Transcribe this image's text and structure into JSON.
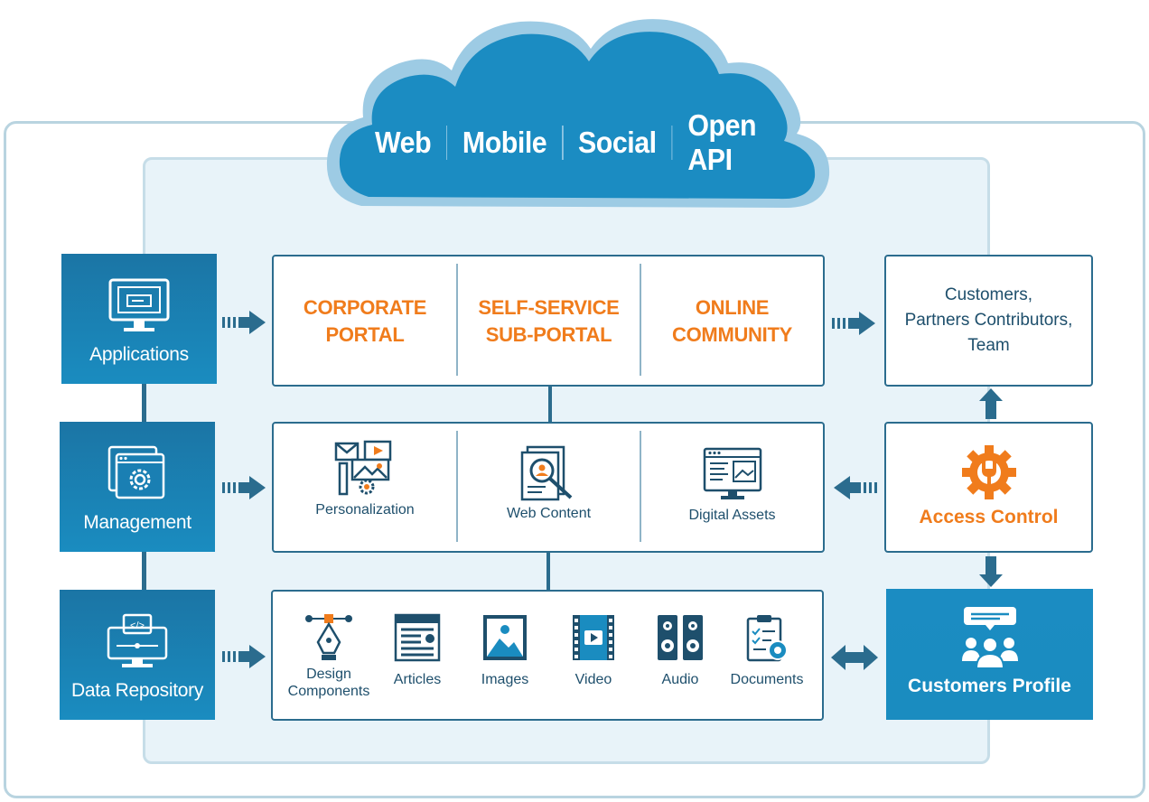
{
  "cloud": {
    "labels": [
      "Web",
      "Mobile",
      "Social",
      "Open API"
    ]
  },
  "left": {
    "applications": "Applications",
    "management": "Management",
    "data_repository": "Data Repository"
  },
  "portals": {
    "corporate": [
      "CORPORATE",
      "PORTAL"
    ],
    "self_service": [
      "SELF-SERVICE",
      "SUB-PORTAL"
    ],
    "online": [
      "ONLINE",
      "COMMUNITY"
    ]
  },
  "management_items": {
    "personalization": "Personalization",
    "web_content": "Web Content",
    "digital_assets": "Digital Assets"
  },
  "data_items": {
    "design": [
      "Design",
      "Components"
    ],
    "articles": "Articles",
    "images": "Images",
    "video": "Video",
    "audio": "Audio",
    "documents": "Documents"
  },
  "right": {
    "audience": [
      "Customers,",
      "Partners Contributors,",
      "Team"
    ],
    "access_control": "Access Control",
    "customers_profile": "Customers Profile"
  },
  "colors": {
    "blue_dark": "#1b75a5",
    "blue": "#1a8cc0",
    "orange": "#f07c1c",
    "panel_border": "#2b6c8e"
  }
}
